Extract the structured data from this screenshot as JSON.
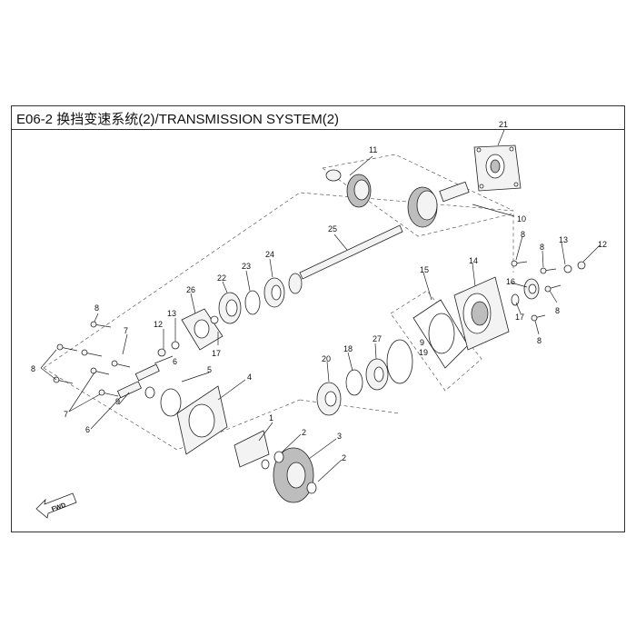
{
  "title": "E06-2 换挡变速系统(2)/TRANSMISSION SYSTEM(2)",
  "fwd_label": "FWD",
  "callouts": [
    "1",
    "2",
    "2",
    "3",
    "4",
    "5",
    "6",
    "6",
    "7",
    "7",
    "8",
    "8",
    "8",
    "8",
    "8",
    "8",
    "9",
    "9",
    "10",
    "11",
    "12",
    "12",
    "13",
    "13",
    "14",
    "15",
    "16",
    "17",
    "17",
    "18",
    "19",
    "20",
    "21",
    "22",
    "23",
    "24",
    "25",
    "26",
    "27"
  ]
}
